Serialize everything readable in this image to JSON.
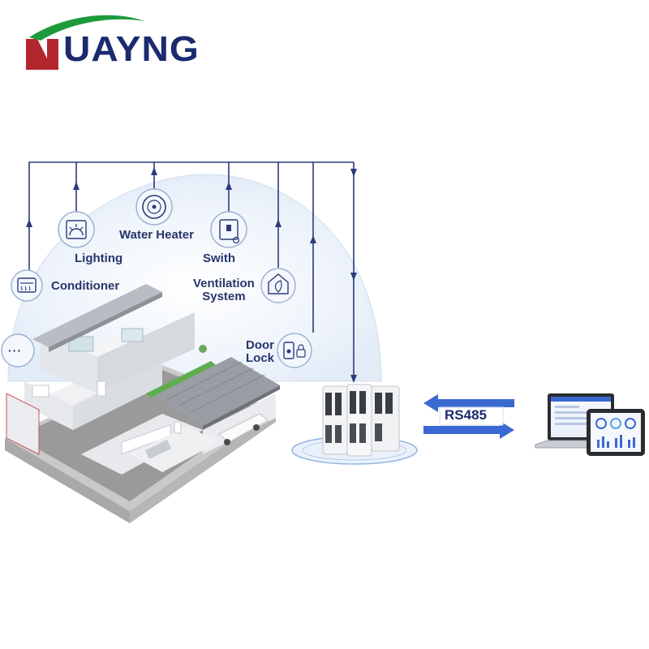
{
  "brand": {
    "logo_text": "UAYNG",
    "logo_full": "HUAYNG",
    "colors": {
      "red": "#b3262e",
      "green": "#1d9a3c",
      "navy": "#1c2a6e"
    }
  },
  "devices": [
    {
      "key": "conditioner",
      "label": "Conditioner",
      "icon": "air-conditioner-icon"
    },
    {
      "key": "lighting",
      "label": "Lighting",
      "icon": "lighting-icon"
    },
    {
      "key": "water_heater",
      "label": "Water Heater",
      "icon": "water-heater-icon"
    },
    {
      "key": "switch",
      "label": "Swith",
      "icon": "switch-icon"
    },
    {
      "key": "ventilation",
      "label_line1": "Ventilation",
      "label_line2": "System",
      "icon": "ventilation-icon"
    },
    {
      "key": "door_lock",
      "label_line1": "Door",
      "label_line2": "Lock",
      "icon": "door-lock-icon"
    },
    {
      "key": "more",
      "label": "···",
      "icon": "more-icon"
    }
  ],
  "link": {
    "protocol": "RS485"
  },
  "colors": {
    "line": "#2c3b7a",
    "halo": "#e3edf8",
    "arrow": "#3a6ad1"
  }
}
